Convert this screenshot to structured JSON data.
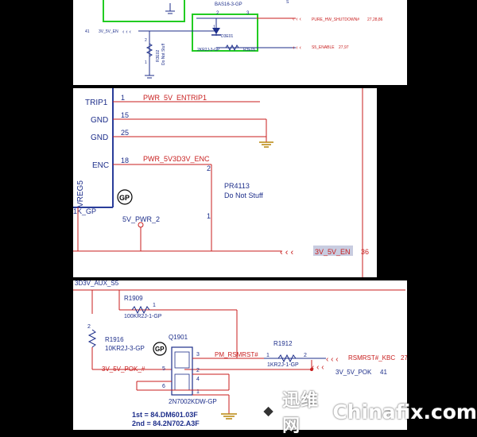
{
  "panel1": {
    "diode_part": "BAS16-3-GP",
    "pin_2": "2",
    "pin_3": "3",
    "pin_1": "1",
    "net_pure_hw": "PURE_HW_SHUTDOWN#",
    "net_pure_hw_ref": "27,28,86",
    "net_s5_enable": "S5_ENABLE",
    "net_s5_enable_ref": "27,97",
    "net_3v_en": "3V_5V_EN",
    "net_3v_en_page": "41",
    "diode_ref": "D3E01",
    "res_part": "2KR2J-3-GP",
    "res_ref": "R3E05",
    "dns_ref": "R3E02",
    "dns_note": "Do Not Stuff",
    "pin_s": "S",
    "pin_2b": "2",
    "pin_1b": "1"
  },
  "panel2": {
    "pin_trip1": "TRIP1",
    "pin_gnd_a": "GND",
    "pin_gnd_b": "GND",
    "pin_enc": "ENC",
    "pinnum_1": "1",
    "pinnum_15": "15",
    "pinnum_25": "25",
    "pinnum_18": "18",
    "net_entrip": "PWR_5V_ENTRIP1",
    "net_enc": "PWR_5V3D3V_ENC",
    "chip": "VREG5",
    "gp_badge": "GP",
    "pr_ref": "PR4113",
    "pr_note": "Do Not Stuff",
    "pr_pin2": "2",
    "pr_pin1": "1",
    "net_5v_pwr": "5V_PWR_2",
    "left_cut": "1K_GP",
    "net_en_label": "3V_5V_EN",
    "net_en_page": "36"
  },
  "panel3": {
    "top_net": "3D3V_AUX_S5",
    "r1909_ref": "R1909",
    "r1909_part": "100KR2J-1-GP",
    "r1916_ref": "R1916",
    "r1916_part": "10KR2J-3-GP",
    "q_ref": "Q1901",
    "q_part": "2N7002KDW-GP",
    "gp_badge": "GP",
    "net_pm": "PM_RSMRST#",
    "r1912_ref": "R1912",
    "r1912_part": "1KR2J-1-GP",
    "net_kbc": "RSMRST#_KBC",
    "net_kbc_page": "27",
    "net_pok_left": "3V_5V_POK_#",
    "net_pok_right": "3V_5V_POK",
    "net_pok_page": "41",
    "pin_3": "3",
    "pin_2": "2",
    "pin_5": "5",
    "pin_4": "4",
    "pin_6": "6",
    "pin_1": "1",
    "res_pin_2": "2",
    "res_pin_1": "1",
    "bom_1st": "1st = 84.DM601.03F",
    "bom_2nd": "2nd = 84.2N702.A3F"
  },
  "watermark": {
    "cn_text": "迅维网",
    "en_text": "Chinafix.com"
  },
  "colors": {
    "wire_red": "#c81e1e",
    "label_red": "#c81e1e",
    "ink_blue": "#1d2e8a",
    "highlight_green": "#22cc22",
    "chip_blue": "#2a3d9a",
    "gnd_gold": "#b8860b",
    "select_bg": "#c8cce0"
  }
}
